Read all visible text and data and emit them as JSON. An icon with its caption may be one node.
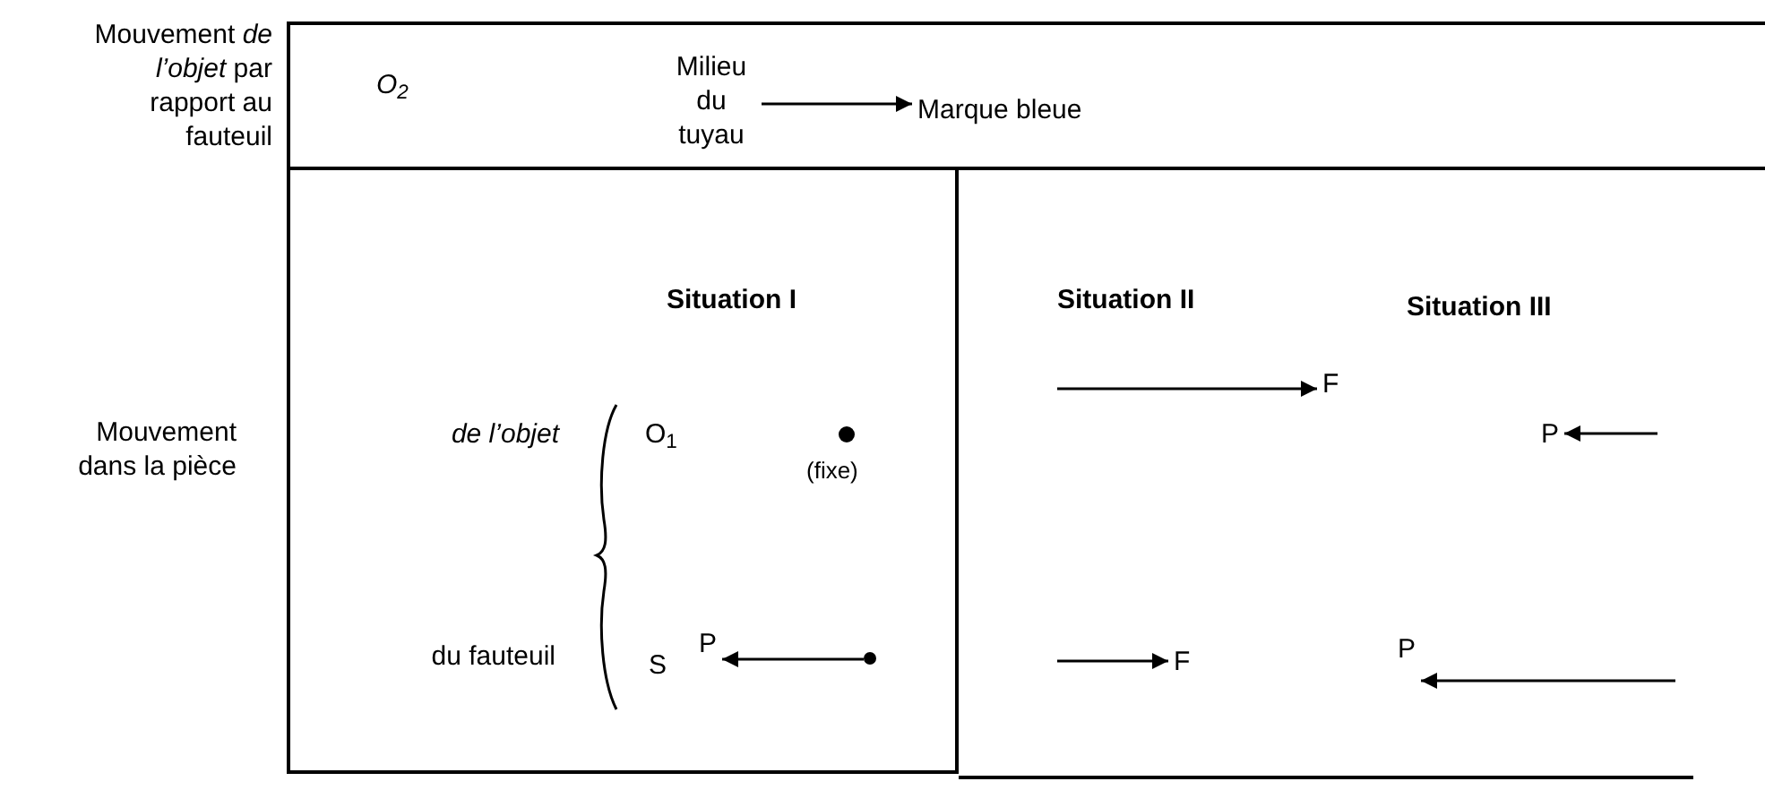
{
  "diagram": {
    "nodes": [
      {
        "text": [],
        "shape": "box"
      },
      {
        "text": [
          "Milieu du tuyau"
        ],
        "in": 0
      },
      {
        "text": [
          "Marque bleue"
        ],
        "in": 0
      },
      {
        "text": [
          "Situation I"
        ]
      },
      {
        "text": [],
        "shape": "circle",
        "beside": [
          "(fixe)"
        ],
        "in": 3
      },
      {
        "text": [
          "P"
        ],
        "in": 3
      },
      {
        "text": [],
        "shape": "circle",
        "in": 3
      },
      {
        "text": [
          "Situation II",
          "Situation III"
        ]
      },
      {
        "text": [
          "F"
        ],
        "in": 7
      },
      {
        "text": [
          "P"
        ],
        "in": 7
      },
      {
        "text": [
          "F"
        ],
        "in": 7
      },
      {
        "text": [
          "P"
        ],
        "in": 7
      }
    ],
    "edges": [
      {
        "from": 1,
        "to": 2,
        "arrow": "to"
      },
      {
        "from": 6,
        "to": 5,
        "arrow": "to"
      },
      {
        "from": null,
        "to": 8,
        "arrow": "to"
      },
      {
        "from": null,
        "to": 9,
        "arrow": "to"
      },
      {
        "from": null,
        "to": 10,
        "arrow": "to"
      },
      {
        "from": null,
        "to": 11,
        "arrow": "to"
      }
    ],
    "labels": [
      "Mouvement *de l’objet* par rapport au fauteuil",
      "Mouvement dans la pièce",
      "de l’objet",
      "du fauteuil",
      "O$_{2}$",
      "O$_{1}$",
      "S"
    ]
  }
}
